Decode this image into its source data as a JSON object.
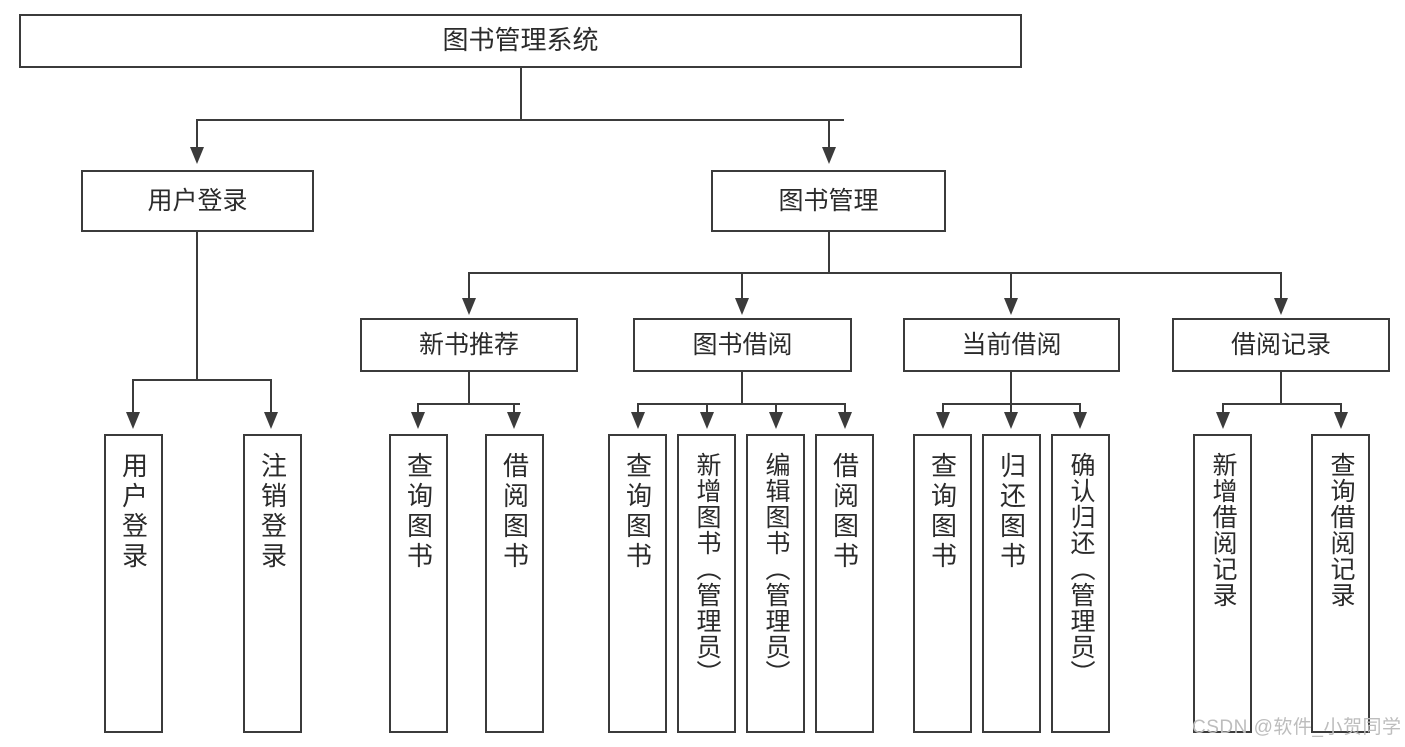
{
  "diagram": {
    "title": "图书管理系统",
    "type": "tree-hierarchy-diagram",
    "root": {
      "label": "图书管理系统"
    },
    "level2": [
      {
        "label": "用户登录"
      },
      {
        "label": "图书管理"
      }
    ],
    "level3": [
      {
        "label": "新书推荐"
      },
      {
        "label": "图书借阅"
      },
      {
        "label": "当前借阅"
      },
      {
        "label": "借阅记录"
      }
    ],
    "leaves": {
      "user_login": [
        {
          "label": "用户登录"
        },
        {
          "label": "注销登录"
        }
      ],
      "new_book_recommend": [
        {
          "label": "查询图书"
        },
        {
          "label": "借阅图书"
        }
      ],
      "book_borrow": [
        {
          "label": "查询图书"
        },
        {
          "label": "新增图书（管理员）"
        },
        {
          "label": "编辑图书（管理员）"
        },
        {
          "label": "借阅图书"
        }
      ],
      "current_borrow": [
        {
          "label": "查询图书"
        },
        {
          "label": "归还图书"
        },
        {
          "label": "确认归还（管理员）"
        }
      ],
      "borrow_record": [
        {
          "label": "新增借阅记录"
        },
        {
          "label": "查询借阅记录"
        }
      ]
    }
  },
  "watermark": {
    "text": "CSDN @软件_小贺同学"
  },
  "colors": {
    "stroke": "#3b3b3b",
    "text": "#2b2b2b",
    "background": "#ffffff",
    "watermark": "#bdbdbd"
  }
}
